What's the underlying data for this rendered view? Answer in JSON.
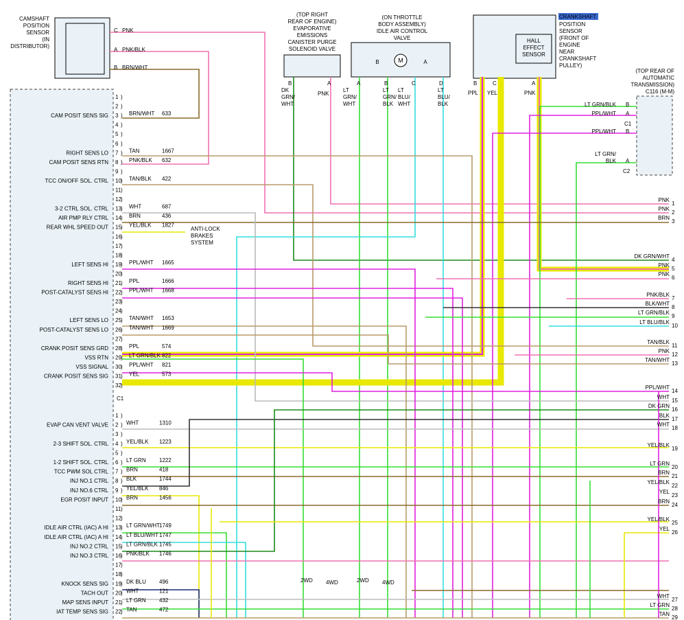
{
  "components": {
    "camshaft": {
      "label": [
        "CAMSHAFT",
        "POSITION",
        "SENSOR",
        "(IN",
        "DISTRIBUTOR)"
      ],
      "pins": [
        {
          "pin": "C",
          "color": "PNK"
        },
        {
          "pin": "A",
          "color": "PNK/BLK"
        },
        {
          "pin": "B",
          "color": "BRN/WHT"
        }
      ]
    },
    "evap": {
      "label": [
        "(TOP RIGHT",
        "REAR OF ENGINE)",
        "EVAPORATIVE",
        "EMISSIONS",
        "CANISTER PURGE",
        "SOLENOID VALVE"
      ],
      "pins": [
        {
          "pin": "B",
          "color": [
            "DK",
            "GRN/",
            "WHT"
          ]
        },
        {
          "pin": "A",
          "color": [
            "PNK"
          ]
        }
      ]
    },
    "iac": {
      "label": [
        "(ON THROTTLE",
        "BODY ASSEMBLY)",
        "IDLE AIR CONTROL",
        "VALVE"
      ],
      "motor": "M",
      "coil_b": "B",
      "coil_a": "A",
      "pins": [
        {
          "pin": "A",
          "color": [
            "LT",
            "GRN/",
            "WHT"
          ]
        },
        {
          "pin": "B",
          "color": [
            "LT",
            "GRN/",
            "BLK"
          ]
        },
        {
          "pin": "C",
          "color": [
            "LT",
            "BLU/",
            "WHT"
          ]
        },
        {
          "pin": "D",
          "color": [
            "LT",
            "BLU/",
            "BLK"
          ]
        }
      ]
    },
    "crank": {
      "label_highlight": "CRANKSHAFT",
      "label": [
        "POSITION",
        "SENSOR",
        "(FRONT OF",
        "ENGINE",
        "NEAR",
        "CRANKSHAFT",
        "PULLEY)"
      ],
      "hall": [
        "HALL",
        "EFFECT",
        "SENSOR"
      ],
      "pins": [
        {
          "pin": "B",
          "color": "PPL"
        },
        {
          "pin": "C",
          "color": "YEL"
        },
        {
          "pin": "A",
          "color": "PNK"
        }
      ]
    },
    "trans": {
      "label": [
        "(TOP REAR OF",
        "AUTOMATIC",
        "TRANSMISSION)",
        "C116 (M-M)"
      ],
      "pins": [
        {
          "color": "LT GRN/BLK",
          "pin": "B"
        },
        {
          "color": "PPL/WHT",
          "pin": "A"
        },
        {
          "color": "PPL/WHT",
          "pin": "B"
        },
        {
          "color": "LT GRN/",
          "color2": "BLK",
          "pin": "A"
        }
      ],
      "c1": "C1",
      "c2": "C2"
    },
    "abs": [
      "ANTI-LOCK",
      "BRAKES",
      "SYSTEM"
    ]
  },
  "pcm_left_c2": [
    {
      "pin": "1",
      "label": "",
      "wire": "",
      "circuit": ""
    },
    {
      "pin": "2",
      "label": "",
      "wire": "",
      "circuit": ""
    },
    {
      "pin": "3",
      "label": "CAM POSIT SENS SIG",
      "wire": "BRN/WHT",
      "circuit": "633"
    },
    {
      "pin": "4",
      "label": "",
      "wire": "",
      "circuit": ""
    },
    {
      "pin": "5",
      "label": "",
      "wire": "",
      "circuit": ""
    },
    {
      "pin": "6",
      "label": "",
      "wire": "",
      "circuit": ""
    },
    {
      "pin": "7",
      "label": "RIGHT SENS LO",
      "wire": "TAN",
      "circuit": "1667"
    },
    {
      "pin": "8",
      "label": "CAM POSIT SENS RTN",
      "wire": "PNK/BLK",
      "circuit": "632"
    },
    {
      "pin": "9",
      "label": "",
      "wire": "",
      "circuit": ""
    },
    {
      "pin": "10",
      "label": "TCC ON/OFF SOL. CTRL",
      "wire": "TAN/BLK",
      "circuit": "422"
    },
    {
      "pin": "11",
      "label": "",
      "wire": "",
      "circuit": ""
    },
    {
      "pin": "12",
      "label": "",
      "wire": "",
      "circuit": ""
    },
    {
      "pin": "13",
      "label": "3-2 CTRL SOL. CTRL",
      "wire": "WHT",
      "circuit": "687"
    },
    {
      "pin": "14",
      "label": "AIR PMP RLY CTRL",
      "wire": "BRN",
      "circuit": "436"
    },
    {
      "pin": "15",
      "label": "REAR WHL SPEED OUT",
      "wire": "YEL/BLK",
      "circuit": "1827"
    },
    {
      "pin": "16",
      "label": "",
      "wire": "",
      "circuit": ""
    },
    {
      "pin": "17",
      "label": "",
      "wire": "",
      "circuit": ""
    },
    {
      "pin": "18",
      "label": "",
      "wire": "",
      "circuit": ""
    },
    {
      "pin": "19",
      "label": "LEFT SENS HI",
      "wire": "PPL/WHT",
      "circuit": "1665"
    },
    {
      "pin": "20",
      "label": "",
      "wire": "",
      "circuit": ""
    },
    {
      "pin": "21",
      "label": "RIGHT SENS HI",
      "wire": "PPL",
      "circuit": "1666"
    },
    {
      "pin": "22",
      "label": "POST-CATALYST SENS HI",
      "wire": "PPL/WHT",
      "circuit": "1668"
    },
    {
      "pin": "23",
      "label": "",
      "wire": "",
      "circuit": ""
    },
    {
      "pin": "24",
      "label": "",
      "wire": "",
      "circuit": ""
    },
    {
      "pin": "25",
      "label": "LEFT SENS LO",
      "wire": "TAN/WHT",
      "circuit": "1653"
    },
    {
      "pin": "26",
      "label": "POST-CATALYST SENS LO",
      "wire": "TAN/WHT",
      "circuit": "1669"
    },
    {
      "pin": "27",
      "label": "",
      "wire": "",
      "circuit": ""
    },
    {
      "pin": "28",
      "label": "CRANK POSIT SENS GRD",
      "wire": "PPL",
      "circuit": "574"
    },
    {
      "pin": "29",
      "label": "VSS RTN",
      "wire": "LT GRN/BLK",
      "circuit": "822"
    },
    {
      "pin": "30",
      "label": "VSS SIGNAL",
      "wire": "PPL/WHT",
      "circuit": "821"
    },
    {
      "pin": "31",
      "label": "CRANK POSIT SENS SIG",
      "wire": "YEL",
      "circuit": "573"
    },
    {
      "pin": "32",
      "label": "",
      "wire": "",
      "circuit": ""
    }
  ],
  "pcm_c1_label": "C1",
  "pcm_left_c1": [
    {
      "pin": "1",
      "label": "",
      "wire": "",
      "circuit": ""
    },
    {
      "pin": "2",
      "label": "EVAP CAN VENT VALVE",
      "wire": "WHT",
      "circuit": "1310"
    },
    {
      "pin": "3",
      "label": "",
      "wire": "",
      "circuit": ""
    },
    {
      "pin": "4",
      "label": "2-3 SHIFT SOL. CTRL",
      "wire": "YEL/BLK",
      "circuit": "1223"
    },
    {
      "pin": "5",
      "label": "",
      "wire": "",
      "circuit": ""
    },
    {
      "pin": "6",
      "label": "1-2 SHIFT SOL. CTRL",
      "wire": "LT GRN",
      "circuit": "1222"
    },
    {
      "pin": "7",
      "label": "TCC PWM SOL CTRL",
      "wire": "BRN",
      "circuit": "418"
    },
    {
      "pin": "8",
      "label": "INJ NO.1 CTRL",
      "wire": "BLK",
      "circuit": "1744"
    },
    {
      "pin": "9",
      "label": "INJ NO.6 CTRL",
      "wire": "YEL/BLK",
      "circuit": "846"
    },
    {
      "pin": "10",
      "label": "EGR POSIT INPUT",
      "wire": "BRN",
      "circuit": "1456"
    },
    {
      "pin": "11",
      "label": "",
      "wire": "",
      "circuit": ""
    },
    {
      "pin": "12",
      "label": "",
      "wire": "",
      "circuit": ""
    },
    {
      "pin": "13",
      "label": "IDLE AIR CTRL (IAC) A HI",
      "wire": "LT GRN/WHT",
      "circuit": "1749"
    },
    {
      "pin": "14",
      "label": "IDLE AIR CTRL (IAC) A HI",
      "wire": "LT BLU/WHT",
      "circuit": "1747"
    },
    {
      "pin": "15",
      "label": "INJ NO.2 CTRL",
      "wire": "LT GRN/BLK",
      "circuit": "1745"
    },
    {
      "pin": "16",
      "label": "INJ NO.3 CTRL",
      "wire": "PNK/BLK",
      "circuit": "1746"
    },
    {
      "pin": "17",
      "label": "",
      "wire": "",
      "circuit": ""
    },
    {
      "pin": "18",
      "label": "",
      "wire": "",
      "circuit": ""
    },
    {
      "pin": "19",
      "label": "KNOCK SENS SIG",
      "wire": "DK BLU",
      "circuit": "496"
    },
    {
      "pin": "20",
      "label": "TACH OUT",
      "wire": "WHT",
      "circuit": "121"
    },
    {
      "pin": "21",
      "label": "MAP SENS INPUT",
      "wire": "LT GRN",
      "circuit": "432"
    },
    {
      "pin": "22",
      "label": "IAT TEMP SENS SIG",
      "wire": "TAN",
      "circuit": "472"
    }
  ],
  "right_outputs": [
    {
      "num": "1",
      "color": "PNK"
    },
    {
      "num": "2",
      "color": "PNK"
    },
    {
      "num": "3",
      "color": "BRN"
    },
    {
      "num": "4",
      "color": "DK GRN/WHT"
    },
    {
      "num": "5",
      "color": "PNK"
    },
    {
      "num": "6",
      "color": "PNK"
    },
    {
      "num": "7",
      "color": "PNK/BLK"
    },
    {
      "num": "8",
      "color": "BLK/WHT"
    },
    {
      "num": "9",
      "color": "LT GRN/BLK"
    },
    {
      "num": "10",
      "color": "LT BLU/BLK"
    },
    {
      "num": "11",
      "color": "TAN/BLK"
    },
    {
      "num": "12",
      "color": "PNK"
    },
    {
      "num": "13",
      "color": "TAN/WHT"
    },
    {
      "num": "14",
      "color": "PPL/WHT"
    },
    {
      "num": "15",
      "color": "WHT"
    },
    {
      "num": "16",
      "color": "DK GRN"
    },
    {
      "num": "17",
      "color": "BLK"
    },
    {
      "num": "18",
      "color": "WHT"
    },
    {
      "num": "19",
      "color": "YEL/BLK"
    },
    {
      "num": "20",
      "color": "LT GRN"
    },
    {
      "num": "21",
      "color": "BRN"
    },
    {
      "num": "22",
      "color": "YEL/BLK"
    },
    {
      "num": "23",
      "color": "YEL"
    },
    {
      "num": "24",
      "color": "BRN"
    },
    {
      "num": "25",
      "color": "YEL/BLK"
    },
    {
      "num": "26",
      "color": "YEL"
    },
    {
      "num": "27",
      "color": "WHT"
    },
    {
      "num": "28",
      "color": "LT GRN"
    },
    {
      "num": "29",
      "color": "TAN"
    }
  ],
  "drive_labels": [
    "2WD",
    "4WD",
    "2WD",
    "4WD"
  ],
  "colors": {
    "PNK": "#f070b0",
    "BRN": "#8a6a2a",
    "TAN": "#b89a6a",
    "WHT": "#bbbbbb",
    "YEL": "#e8e800",
    "LTGRN": "#33dd33",
    "DKGRN": "#1a8a1a",
    "LTBLU": "#33dddd",
    "PPL": "#e020e0",
    "BLK": "#333333",
    "DKBLU": "#1a2a7a",
    "HIGHLIGHT": "#ffff33",
    "PCMFILL": "#eaf2f7"
  }
}
